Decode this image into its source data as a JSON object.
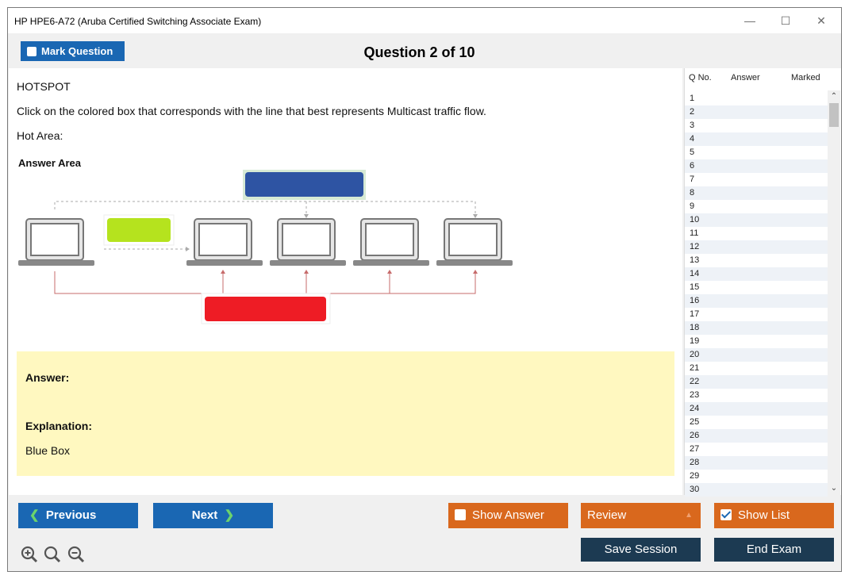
{
  "window": {
    "title": "HP HPE6-A72 (Aruba Certified Switching Associate Exam)",
    "controls": [
      "minimize-icon",
      "maximize-icon",
      "close-icon"
    ]
  },
  "toolbar": {
    "mark_label": "Mark Question",
    "question_title": "Question 2 of 10"
  },
  "question": {
    "type": "HOTSPOT",
    "text": "Click on the colored box that corresponds with the line that best represents Multicast traffic flow.",
    "hot_area": "Hot Area:",
    "answer_area": "Answer Area"
  },
  "answer": {
    "answer_label": "Answer:",
    "explanation_label": "Explanation:",
    "explanation": "Blue Box"
  },
  "qlist": {
    "headers": {
      "qno": "Q No.",
      "answer": "Answer",
      "marked": "Marked"
    },
    "rows": [
      "1",
      "2",
      "3",
      "4",
      "5",
      "6",
      "7",
      "8",
      "9",
      "10",
      "11",
      "12",
      "13",
      "14",
      "15",
      "16",
      "17",
      "18",
      "19",
      "20",
      "21",
      "22",
      "23",
      "24",
      "25",
      "26",
      "27",
      "28",
      "29",
      "30"
    ]
  },
  "buttons": {
    "previous": "Previous",
    "next": "Next",
    "show_answer": "Show Answer",
    "review": "Review",
    "show_list": "Show List",
    "save_session": "Save Session",
    "end_exam": "End Exam"
  },
  "colors": {
    "accent_blue": "#1a67b3",
    "orange": "#d9681d",
    "dark": "#1c3a52",
    "answer_bg": "#fff8c0",
    "box_blue": "#2e54a3",
    "box_green": "#b5e31e",
    "box_red": "#ee1c25"
  },
  "icons": [
    "zoom-in-icon",
    "zoom-reset-icon",
    "zoom-out-icon"
  ]
}
